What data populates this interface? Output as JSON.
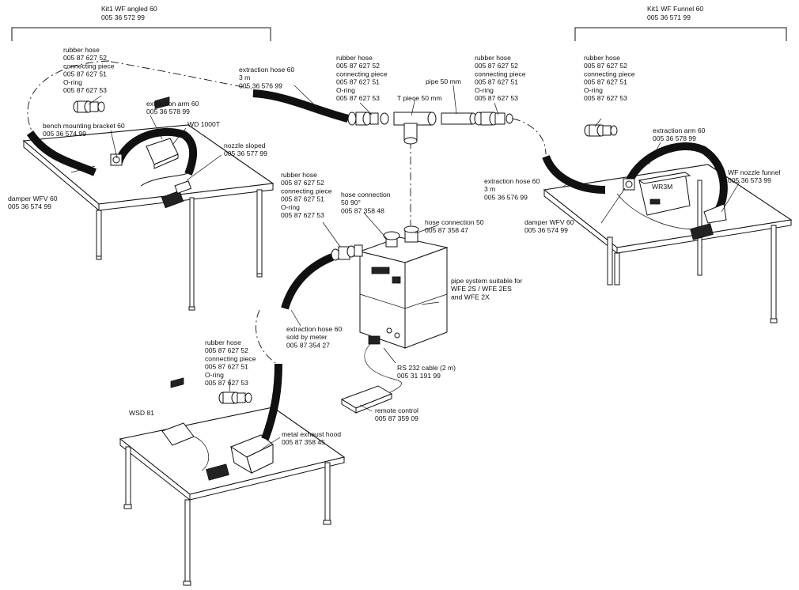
{
  "kits": {
    "left_title": "Kit1 WF angled 60",
    "left_number": "005 36 572 99",
    "right_title": "Kit1 WF Funnel 60",
    "right_number": "005 36 571 99"
  },
  "labels": {
    "rubber_hose_1": [
      "rubber hose",
      "005 87 627 52",
      "connecting piece",
      "005 87 627 51",
      "O-ring",
      "005 87 627 53"
    ],
    "rubber_hose_2": [
      "rubber hose",
      "005 87 627 52",
      "connecting piece",
      "005 87 627 51",
      "O-ring",
      "005 87 627 53"
    ],
    "rubber_hose_3": [
      "rubber hose",
      "005 87 627 52",
      "connecting piece",
      "005 87 627 51",
      "O-ring",
      "005 87 627 53"
    ],
    "rubber_hose_4": [
      "rubber hose",
      "005 87 627 52",
      "connecting piece",
      "005 87 627 51",
      "O-ring",
      "005 87 627 53"
    ],
    "rubber_hose_5": [
      "rubber hose",
      "005 87 627 52",
      "connecting piece",
      "005 87 627 51",
      "O-ring",
      "005 87 627 53"
    ],
    "rubber_hose_6": [
      "rubber hose",
      "005 87 627 52",
      "connecting piece",
      "005 87 627 51",
      "O-ring",
      "005 87 627 53"
    ],
    "extraction_hose_top": [
      "extraction hose 60",
      "3 m",
      "005 36 576 99"
    ],
    "extraction_hose_right": [
      "extraction hose 60",
      "3 m",
      "005 36 576 99"
    ],
    "extraction_hose_meter": [
      "extraction hose 60",
      "sold by meter",
      "005 87 354 27"
    ],
    "pipe": [
      "pipe 50 mm"
    ],
    "t_piece": [
      "T piece 50 mm"
    ],
    "extraction_arm_left": [
      "extraction arm 60",
      "005 36 578 99"
    ],
    "extraction_arm_right": [
      "extraction arm 60",
      "005 36 578 99"
    ],
    "wd1000t": [
      "WD 1000T"
    ],
    "bench_bracket": [
      "bench mounting bracket 60",
      "005 36 574 99"
    ],
    "nozzle_sloped": [
      "nozzle sloped",
      "005 36 577 99"
    ],
    "damper_left": [
      "damper WFV 60",
      "005 36 574 99"
    ],
    "damper_right": [
      "damper WFV 60",
      "005 36 574 99"
    ],
    "hose_conn_90": [
      "hose connection",
      "50  90°",
      "005 87 358 48"
    ],
    "hose_conn_50": [
      "hose connection 50",
      "005 87 358 47"
    ],
    "wr3m": [
      "WR3M"
    ],
    "wf_nozzle_funnel": [
      "WF nozzle funnel",
      "005 36 573 99"
    ],
    "pipe_system": [
      "pipe system suitable for",
      "WFE 2S / WFE 2ES",
      "and WFE 2X"
    ],
    "rs232": [
      "RS 232 cable (2 m)",
      "005 31 191 99"
    ],
    "remote": [
      "remote control",
      "005 87 359 09"
    ],
    "wsd81": [
      "WSD 81"
    ],
    "exhaust_hood": [
      "metal exhaust hood",
      "005 87 358 45"
    ]
  }
}
